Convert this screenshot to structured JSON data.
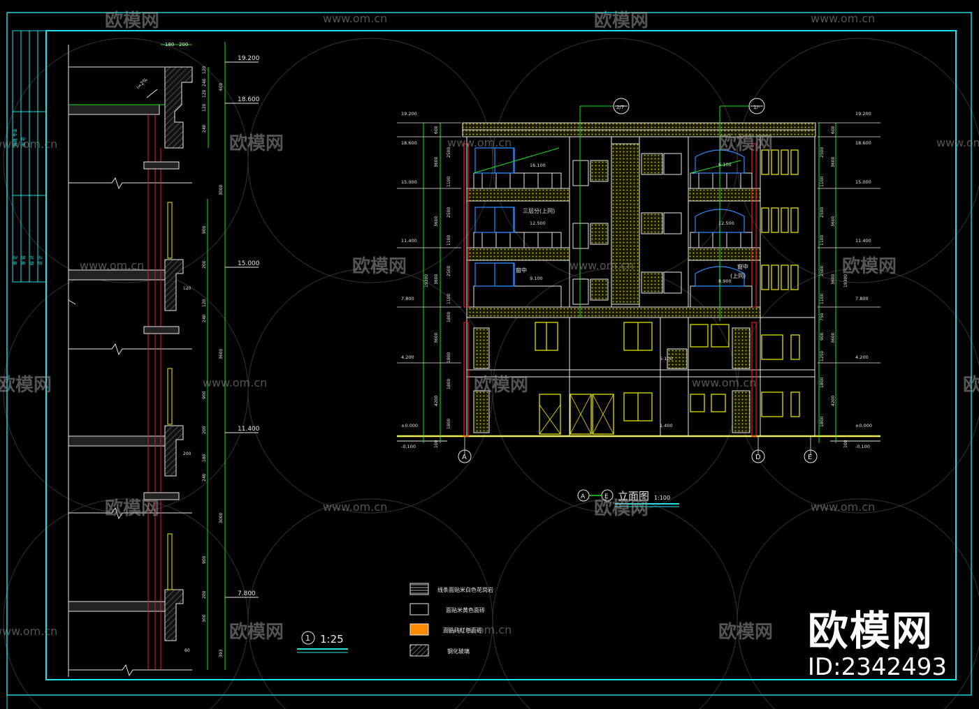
{
  "watermark": {
    "domain": "www.om.cn",
    "brand": "欧模网"
  },
  "brand_block": {
    "name": "欧模网",
    "id": "ID:2342493"
  },
  "title_strip": [
    "审 定",
    "审 核",
    "校 对",
    "设 计",
    "建筑 专业",
    "图 号"
  ],
  "section_detail": {
    "top_dims": [
      "180",
      "200"
    ],
    "elevations": [
      "19.200",
      "18.600",
      "15.000",
      "11.400",
      "7.800"
    ],
    "dims_top": [
      "120",
      "240",
      "120",
      "600",
      "120",
      "240",
      "240",
      "120",
      "120"
    ],
    "dims_mid": [
      "900",
      "200",
      "200",
      "3000",
      "3600"
    ],
    "dims_floor": [
      "120",
      "200",
      "120",
      "240",
      "120",
      "180",
      "240"
    ],
    "dims_bottom": [
      "200",
      "300",
      "393",
      "60"
    ],
    "slope_note": "i=2%",
    "scale_number": "1",
    "scale_text": "1:25"
  },
  "elevation_drawing": {
    "left_levels": [
      "19.200",
      "18.600",
      "15.000",
      "11.400",
      "7.800",
      "4.200",
      "±0.000",
      "-0.100"
    ],
    "right_levels": [
      "19.200",
      "18.600",
      "15.000",
      "11.400",
      "7.800",
      "4.200",
      "±0.000",
      "-0.100"
    ],
    "left_dims_inner": [
      "600",
      "2500",
      "1100",
      "2500",
      "1100",
      "2500",
      "1100",
      "1800",
      "1800",
      "1800",
      "1800"
    ],
    "left_dims_outer": [
      "3600",
      "3600",
      "3600",
      "3600",
      "4200",
      "19300"
    ],
    "right_dims_inner": [
      "600",
      "2500",
      "1100",
      "2500",
      "1100",
      "2500",
      "1100",
      "750",
      "900",
      "1250",
      "1800",
      "1800"
    ],
    "right_dims_outer": [
      "3600",
      "3600",
      "3600",
      "3600",
      "4200",
      "19300"
    ],
    "bottom_dims_left": "100",
    "bottom_dims_right": "100",
    "inner_levels": [
      "16.100",
      "12.500",
      "9.100",
      "6.100",
      "12.500",
      "8.900",
      "5.100",
      "1.400"
    ],
    "notes": [
      "三层分(上同)",
      "窗中",
      "窗中",
      "(上同)"
    ],
    "axis_top": [
      "2/7",
      "1/-"
    ],
    "axis_bottom": [
      "A",
      "D",
      "E"
    ],
    "title_axis_a": "A",
    "title_axis_e": "E",
    "title": "立面图",
    "scale": "1:100"
  },
  "legend": [
    {
      "text": "线条面贴米白色花岗岩",
      "pattern": "hatch-white"
    },
    {
      "text": "面贴米黄色面砖",
      "pattern": "plain"
    },
    {
      "text": "面贴砖红色面砖",
      "pattern": "orange"
    },
    {
      "text": "钢化玻璃",
      "pattern": "diagonal"
    }
  ],
  "colors": {
    "frame": "#20e0e8",
    "line_white": "#e8e8e8",
    "line_yellow": "#f0f000",
    "line_green": "#19e019",
    "line_red": "#e02020",
    "line_blue": "#2a8cff",
    "fill_orange": "#ff8c00"
  }
}
